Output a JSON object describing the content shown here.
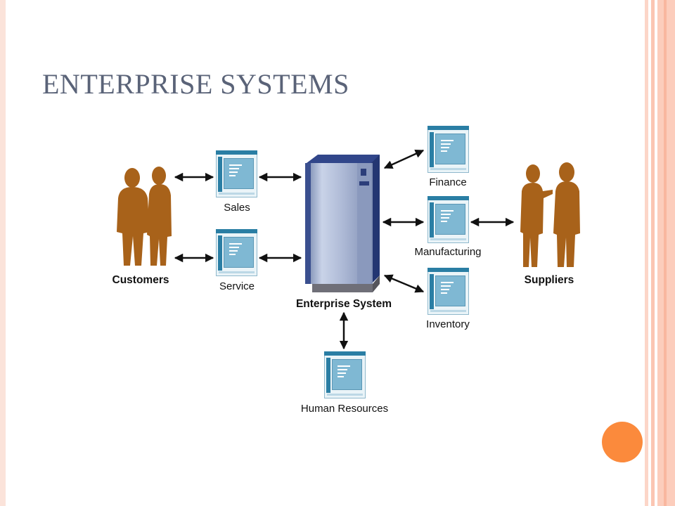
{
  "slide": {
    "title": "ENTERPRISE SYSTEMS"
  },
  "diagram": {
    "center_label": "Enterprise System",
    "customers_label": "Customers",
    "suppliers_label": "Suppliers",
    "modules": {
      "sales": "Sales",
      "service": "Service",
      "finance": "Finance",
      "manufacturing": "Manufacturing",
      "inventory": "Inventory",
      "human_resources": "Human Resources"
    }
  },
  "colors": {
    "title": "#5a6378",
    "people": "#a8621a",
    "server": "#2c3e7a",
    "module_accent": "#2a7ea4",
    "decor_circle": "#fb8a3c",
    "border_stripe": "#fbd2c3"
  }
}
